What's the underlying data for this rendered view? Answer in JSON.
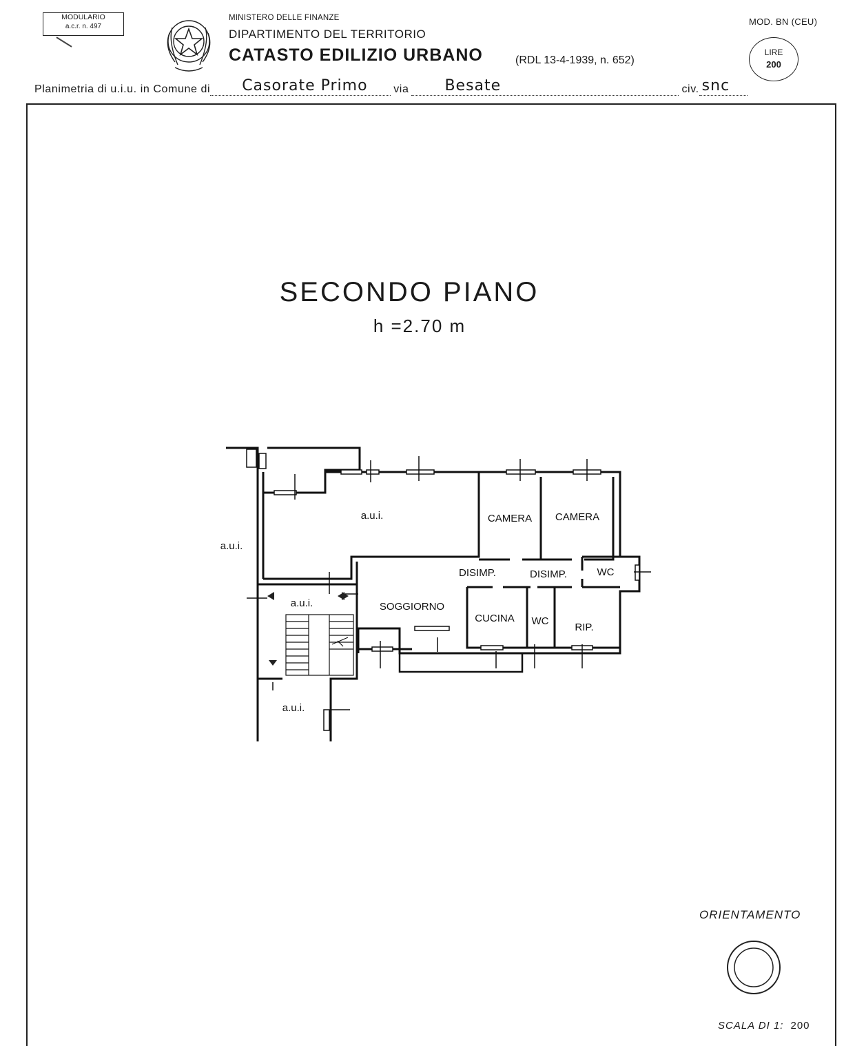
{
  "header": {
    "modulario_line1": "MODULARIO",
    "modulario_line2": "a.c.r. n. 497",
    "ministry": "MINISTERO DELLE FINANZE",
    "department": "DIPARTIMENTO DEL TERRITORIO",
    "catasto": "CATASTO EDILIZIO URBANO",
    "law_ref": "(RDL 13-4-1939, n. 652)",
    "model": "MOD. BN (CEU)",
    "stamp_currency": "LIRE",
    "stamp_value": "200"
  },
  "location": {
    "prefix": "Planimetria di u.i.u. in Comune di",
    "comune": "Casorate Primo",
    "via_label": "via",
    "via": "Besate",
    "civ_label": "civ.",
    "civ": "snc"
  },
  "plan": {
    "title": "SECONDO PIANO",
    "height": "h =2.70 m",
    "rooms": {
      "aui_top": "a.u.i.",
      "aui_left": "a.u.i.",
      "aui_stair": "a.u.i.",
      "aui_bottom": "a.u.i.",
      "camera1": "CAMERA",
      "camera2": "CAMERA",
      "disimp1": "DISIMP.",
      "disimp2": "DISIMP.",
      "wc1": "WC",
      "soggiorno": "SOGGIORNO",
      "cucina": "CUCINA",
      "wc2": "WC",
      "rip": "RIP."
    }
  },
  "footer": {
    "orientamento": "ORIENTAMENTO",
    "scala_label": "SCALA DI 1:",
    "scala_value": "200"
  }
}
